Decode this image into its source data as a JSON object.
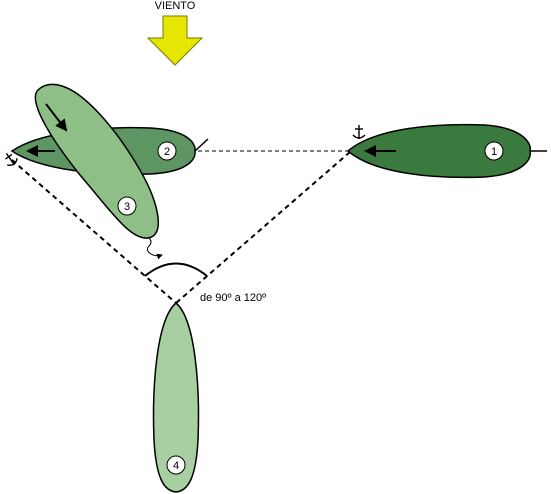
{
  "wind": {
    "label": "VIENTO",
    "arrow_color": "#e6e600"
  },
  "angle_label": "de 90º a 120º",
  "boats": [
    {
      "number": "1",
      "color": "#3a7a3f"
    },
    {
      "number": "2",
      "color": "#5e9663"
    },
    {
      "number": "3",
      "color": "#8dbf86"
    },
    {
      "number": "4",
      "color": "#a8cfa2"
    }
  ],
  "colors": {
    "outline": "#000000",
    "lines": "#000000"
  }
}
